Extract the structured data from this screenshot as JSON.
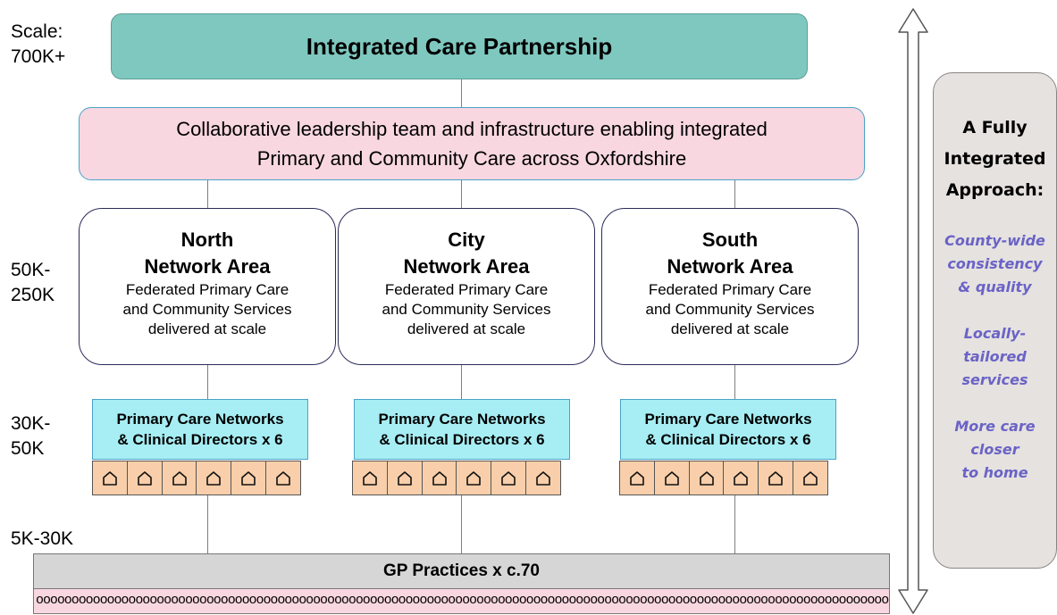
{
  "scale_labels": {
    "top_line1": "Scale:",
    "top_line2": "700K+",
    "area_line1": "50K-",
    "area_line2": "250K",
    "pcn_line1": "30K-",
    "pcn_line2": "50K",
    "practice": "5K-30K"
  },
  "icp": {
    "title": "Integrated Care Partnership"
  },
  "collab": {
    "line1": "Collaborative leadership team and infrastructure enabling integrated",
    "line2": "Primary and Community Care across Oxfordshire"
  },
  "areas": [
    {
      "name": "North",
      "subtitle": "Network Area",
      "desc1": "Federated Primary Care",
      "desc2": "and Community Services",
      "desc3": "delivered at scale"
    },
    {
      "name": "City",
      "subtitle": "Network Area",
      "desc1": "Federated Primary Care",
      "desc2": "and Community Services",
      "desc3": "delivered at scale"
    },
    {
      "name": "South",
      "subtitle": "Network Area",
      "desc1": "Federated Primary Care",
      "desc2": "and Community Services",
      "desc3": "delivered at scale"
    }
  ],
  "pcns": [
    {
      "line1": "Primary Care Networks",
      "line2": "& Clinical Directors x 6",
      "house_count": 6,
      "house_icon": "house-icon"
    },
    {
      "line1": "Primary Care Networks",
      "line2": "& Clinical Directors x 6",
      "house_count": 6,
      "house_icon": "house-icon"
    },
    {
      "line1": "Primary Care Networks",
      "line2": "& Clinical Directors x 6",
      "house_count": 6,
      "house_icon": "house-icon"
    }
  ],
  "gp": {
    "title": "GP Practices x c.70",
    "practice_marker": "o"
  },
  "side_panel": {
    "heading1": "A Fully",
    "heading2": "Integrated",
    "heading3": "Approach:",
    "point1_1": "County-wide",
    "point1_2": "consistency",
    "point1_3": "& quality",
    "point2_1": "Locally-",
    "point2_2": "tailored",
    "point2_3": "services",
    "point3_1": "More care",
    "point3_2": "closer",
    "point3_3": "to home"
  },
  "colors": {
    "icp_fill": "#7fc8c0",
    "collab_fill": "#f8d7e1",
    "pcn_fill": "#a6eef4",
    "house_fill": "#f8cfaa",
    "gp_fill": "#d6d6d6",
    "side_fill": "#e6e2df",
    "side_point_text": "#6a63c6"
  }
}
